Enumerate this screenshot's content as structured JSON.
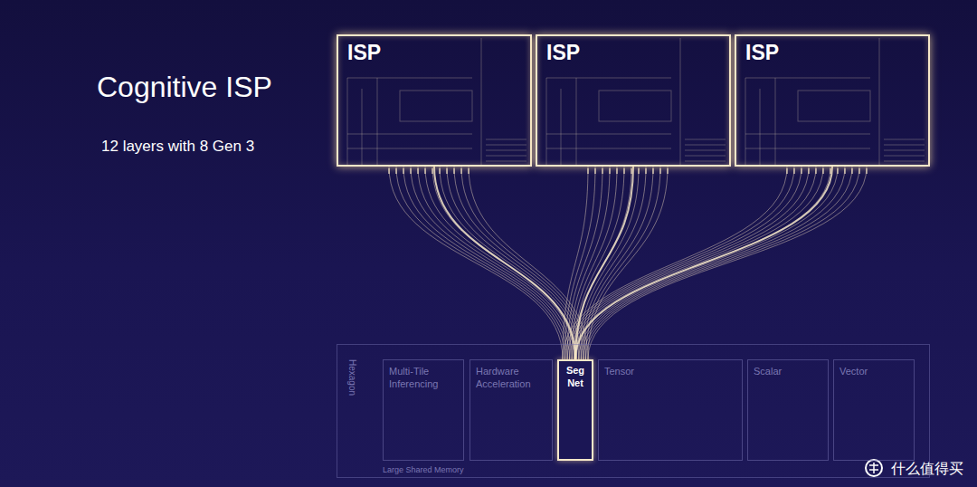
{
  "diagram": {
    "title": "Cognitive ISP",
    "nodes": [
      {
        "text": [
          "ISP"
        ]
      },
      {
        "text": [
          "ISP"
        ]
      },
      {
        "text": [
          "ISP"
        ]
      },
      {
        "text": [
          "Hexagon",
          "Large Shared Memory"
        ]
      },
      {
        "text": [
          "Multi-Tile Inferencing"
        ],
        "in": 3
      },
      {
        "text": [
          "Hardware Acceleration"
        ],
        "in": 3
      },
      {
        "text": [
          "Seg Net"
        ],
        "in": 3
      },
      {
        "text": [
          "Tensor"
        ],
        "in": 3
      },
      {
        "text": [
          "Scalar"
        ],
        "in": 3
      },
      {
        "text": [
          "Vector"
        ],
        "in": 3
      }
    ],
    "edges": [
      {
        "from": 0,
        "to": 6,
        "arrow": "none"
      },
      {
        "from": 1,
        "to": 6,
        "arrow": "none"
      },
      {
        "from": 2,
        "to": 6,
        "arrow": "none"
      }
    ],
    "labels": [
      "12 layers with 8 Gen 3",
      "什么值得买"
    ]
  }
}
